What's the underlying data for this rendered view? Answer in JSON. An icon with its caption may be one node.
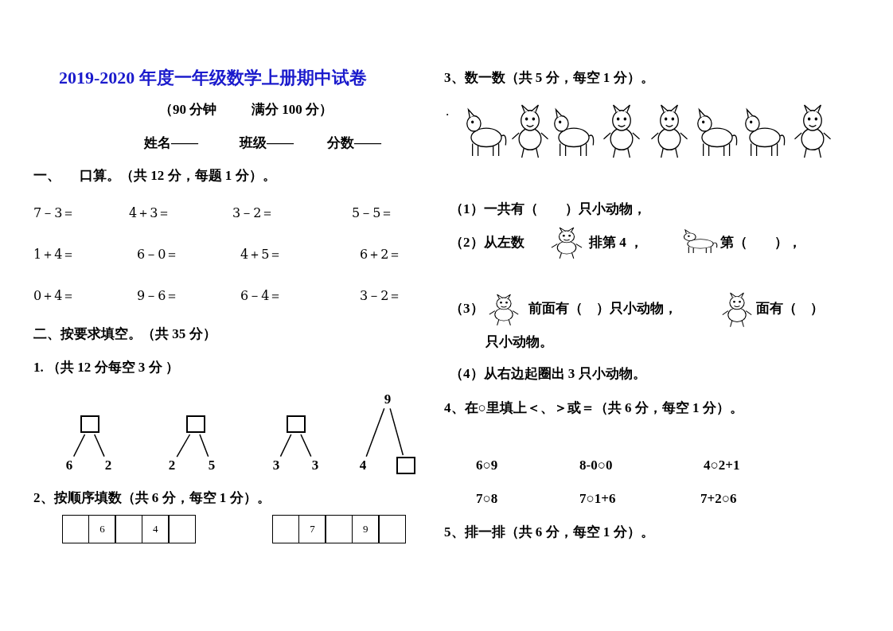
{
  "diagram": {
    "title": "2019-2020 年度一年级数学上册期中试卷",
    "nodes": [
      {
        "text": [],
        "shape": "box"
      },
      {
        "text": [
          "6"
        ]
      },
      {
        "text": [
          "2"
        ]
      },
      {
        "text": [],
        "shape": "box"
      },
      {
        "text": [
          "2"
        ]
      },
      {
        "text": [
          "5"
        ]
      },
      {
        "text": [],
        "shape": "box"
      },
      {
        "text": [
          "3"
        ]
      },
      {
        "text": [
          "3"
        ]
      },
      {
        "text": [
          "9"
        ]
      },
      {
        "text": [
          "4"
        ]
      },
      {
        "text": [],
        "shape": "box"
      }
    ],
    "edges": [
      {
        "from": 0,
        "to": 1,
        "arrow": "none"
      },
      {
        "from": 0,
        "to": 2,
        "arrow": "none"
      },
      {
        "from": 3,
        "to": 4,
        "arrow": "none"
      },
      {
        "from": 3,
        "to": 5,
        "arrow": "none"
      },
      {
        "from": 6,
        "to": 7,
        "arrow": "none"
      },
      {
        "from": 6,
        "to": 8,
        "arrow": "none"
      },
      {
        "from": 9,
        "to": 10,
        "arrow": "none"
      },
      {
        "from": 9,
        "to": 11,
        "arrow": "none"
      }
    ],
    "labels": [
      "（90 分钟",
      "满分 100 分）",
      "姓名——",
      "班级——",
      "分数——",
      "一、",
      "口算。（共 12 分，每题 1 分）。",
      "7－3＝",
      "4＋3＝",
      "3－2＝",
      "5－5＝",
      "1＋4＝",
      "6－0＝",
      "4＋5＝",
      "6＋2＝",
      "0＋4＝",
      "9－6＝",
      "6－4＝",
      "3－2＝",
      "二、按要求填空。（共 35 分）",
      "1. （共 12 分每空 3 分 ）",
      "2、按顺序填数（共 6 分，每空 1 分）。",
      "6",
      "4",
      "7",
      "9",
      "3、数一数（共 5 分，每空 1 分）。",
      ".",
      "（1）一共有（　　）只小动物，",
      "（2）从左数",
      "排第 4 ，",
      "第（　　），",
      "（3）",
      "前面有（　）只小动物，",
      "面有（　）",
      "只小动物。",
      "（4）从右边起圈出 3 只小动物。",
      "4、在○里填上＜、＞或＝（共 6 分，每空 1 分）。",
      "6○9",
      "8-0○0",
      "4○2+1",
      "7○8",
      "7○1+6",
      "7+2○6",
      "5、排一排（共 6 分，每空 1 分）。"
    ]
  }
}
